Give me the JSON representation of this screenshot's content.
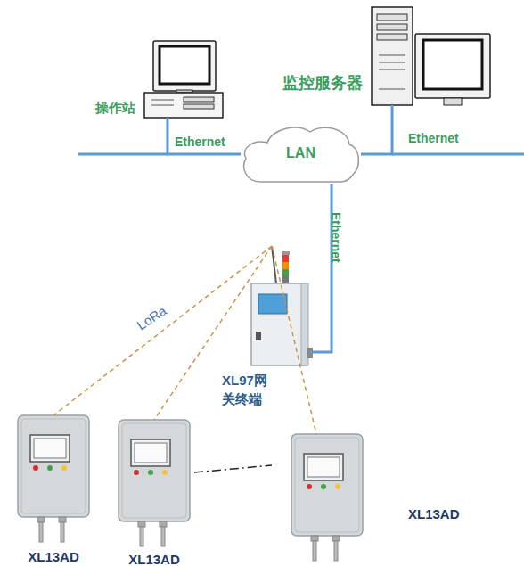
{
  "diagram": {
    "nodes": [
      {
        "text": [
          "操作站"
        ]
      },
      {
        "text": [
          "监控服务器"
        ]
      },
      {
        "text": [
          "LAN"
        ]
      },
      {
        "text": [
          "XL97网 关终端"
        ]
      },
      {
        "text": [
          "XL13AD"
        ]
      },
      {
        "text": [
          "XL13AD"
        ]
      },
      {
        "text": [
          "XL13AD"
        ]
      }
    ],
    "edges": [
      {
        "from": 0,
        "to": 2,
        "label": "Ethernet",
        "arrow": "none"
      },
      {
        "from": 2,
        "to": 1,
        "label": "Ethernet",
        "arrow": "none"
      },
      {
        "from": 2,
        "to": 3,
        "label": "Ethernet",
        "arrow": "none"
      },
      {
        "from": 3,
        "to": 4,
        "label": "LoRa",
        "arrow": "none"
      },
      {
        "from": 3,
        "to": 5,
        "arrow": "none"
      },
      {
        "from": 3,
        "to": 6,
        "arrow": "none"
      }
    ]
  }
}
